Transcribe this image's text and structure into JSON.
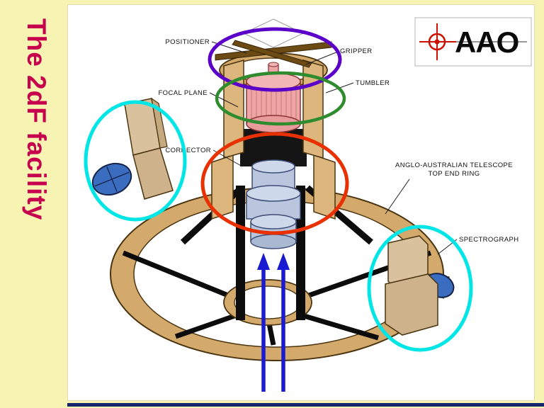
{
  "slide": {
    "title": "The 2dF facility"
  },
  "logo": {
    "text": "AAO"
  },
  "diagram": {
    "labels": {
      "positioner": "POSITIONER",
      "gripper": "GRIPPER",
      "tumbler": "TUMBLER",
      "focal_plane": "FOCAL PLANE",
      "corrector": "CORRECTOR",
      "top_end_ring_line1": "ANGLO-AUSTRALIAN TELESCOPE",
      "top_end_ring_line2": "TOP END RING",
      "spectrograph": "SPECTROGRAPH"
    },
    "highlight_colors": {
      "positioner_gripper_ellipse": "#5a00c8",
      "tumbler_ellipse": "#2e8b2e",
      "corrector_ellipse": "#e83000",
      "spectrograph_ellipses": "#00e6e6"
    },
    "arrow_color": "#1a1ad2"
  },
  "colors": {
    "background": "#f7f3b3",
    "title_text": "#c7004e",
    "structure_tan": "#d4a96c",
    "logo_red": "#cc1100",
    "bottom_edge": "#16246b"
  }
}
